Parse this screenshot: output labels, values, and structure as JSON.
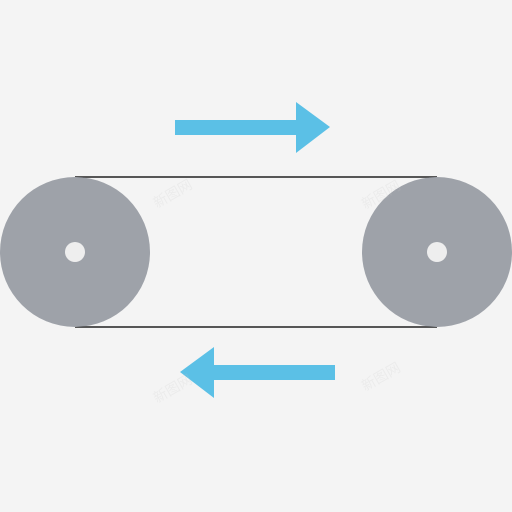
{
  "icon": {
    "name": "conveyor-belt-icon",
    "colors": {
      "background": "#f4f4f4",
      "pulley": "#9ea2a9",
      "hub": "#eeeeee",
      "belt": "#222222",
      "arrow": "#5bc0e6"
    },
    "arrows": [
      {
        "name": "arrow-right-icon",
        "direction": "right"
      },
      {
        "name": "arrow-left-icon",
        "direction": "left"
      }
    ]
  },
  "watermark": {
    "text": "新图网",
    "color": "#c8c8c8"
  }
}
